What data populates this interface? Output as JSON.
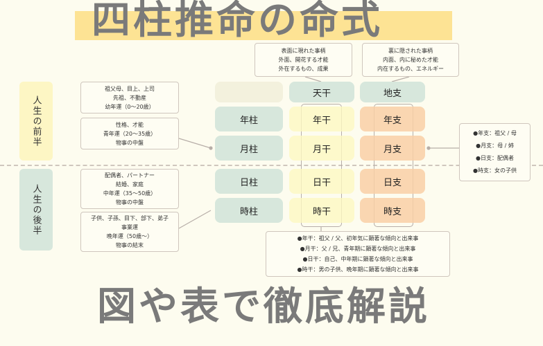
{
  "life_labels": {
    "first_half": "人生の前半",
    "second_half": "人生の後半"
  },
  "top_notes": {
    "tenkan": [
      "表面に現れた事柄",
      "外面、開花する才能",
      "外在するもの、成果"
    ],
    "chishi": [
      "裏に隠された事柄",
      "内面、内に秘めた才能",
      "内在するもの、エネルギー"
    ]
  },
  "headers": {
    "pillar": "",
    "stem": "天干",
    "branch": "地支"
  },
  "rows": [
    {
      "pillar": "年柱",
      "stem": "年干",
      "branch": "年支"
    },
    {
      "pillar": "月柱",
      "stem": "月干",
      "branch": "月支"
    },
    {
      "pillar": "日柱",
      "stem": "日干",
      "branch": "日支"
    },
    {
      "pillar": "時柱",
      "stem": "時干",
      "branch": "時支"
    }
  ],
  "left_notes": [
    [
      "祖父母、目上、上司",
      "先祖、不動産",
      "幼年運（0〜20歳）"
    ],
    [
      "性格、才能",
      "青年運（20〜35歳）",
      "物事の中盤"
    ],
    [
      "配偶者、パートナー",
      "結婚、家庭",
      "中年運（35〜50歳）",
      "物事の中盤"
    ],
    [
      "子供、子孫、目下、部下、弟子",
      "事業運",
      "晩年運（50歳〜）",
      "物事の結末"
    ]
  ],
  "right_note": [
    "●年支：祖父 / 母",
    "●月支：母 / 姉",
    "●日支：配偶者",
    "●時支：女の子供"
  ],
  "bottom_note": [
    "●年干：祖父 / 父、初年気に顕著な傾向と出来事",
    "●月干：父 / 兄、青年期に顕著な傾向と出来事",
    "●日干：自己、中年期に顕著な傾向と出来事",
    "●時干：男の子供、晩年期に顕著な傾向と出来事"
  ],
  "title": {
    "line1": "四柱推命の命式",
    "line2": "図や表で徹底解説"
  },
  "colors": {
    "background": "#fdfcef",
    "band": "#fde394",
    "title": "#7a7a7a",
    "pillar": "#d7e7dc",
    "stem": "#fdf7c2",
    "branch": "#f9cfa6"
  }
}
